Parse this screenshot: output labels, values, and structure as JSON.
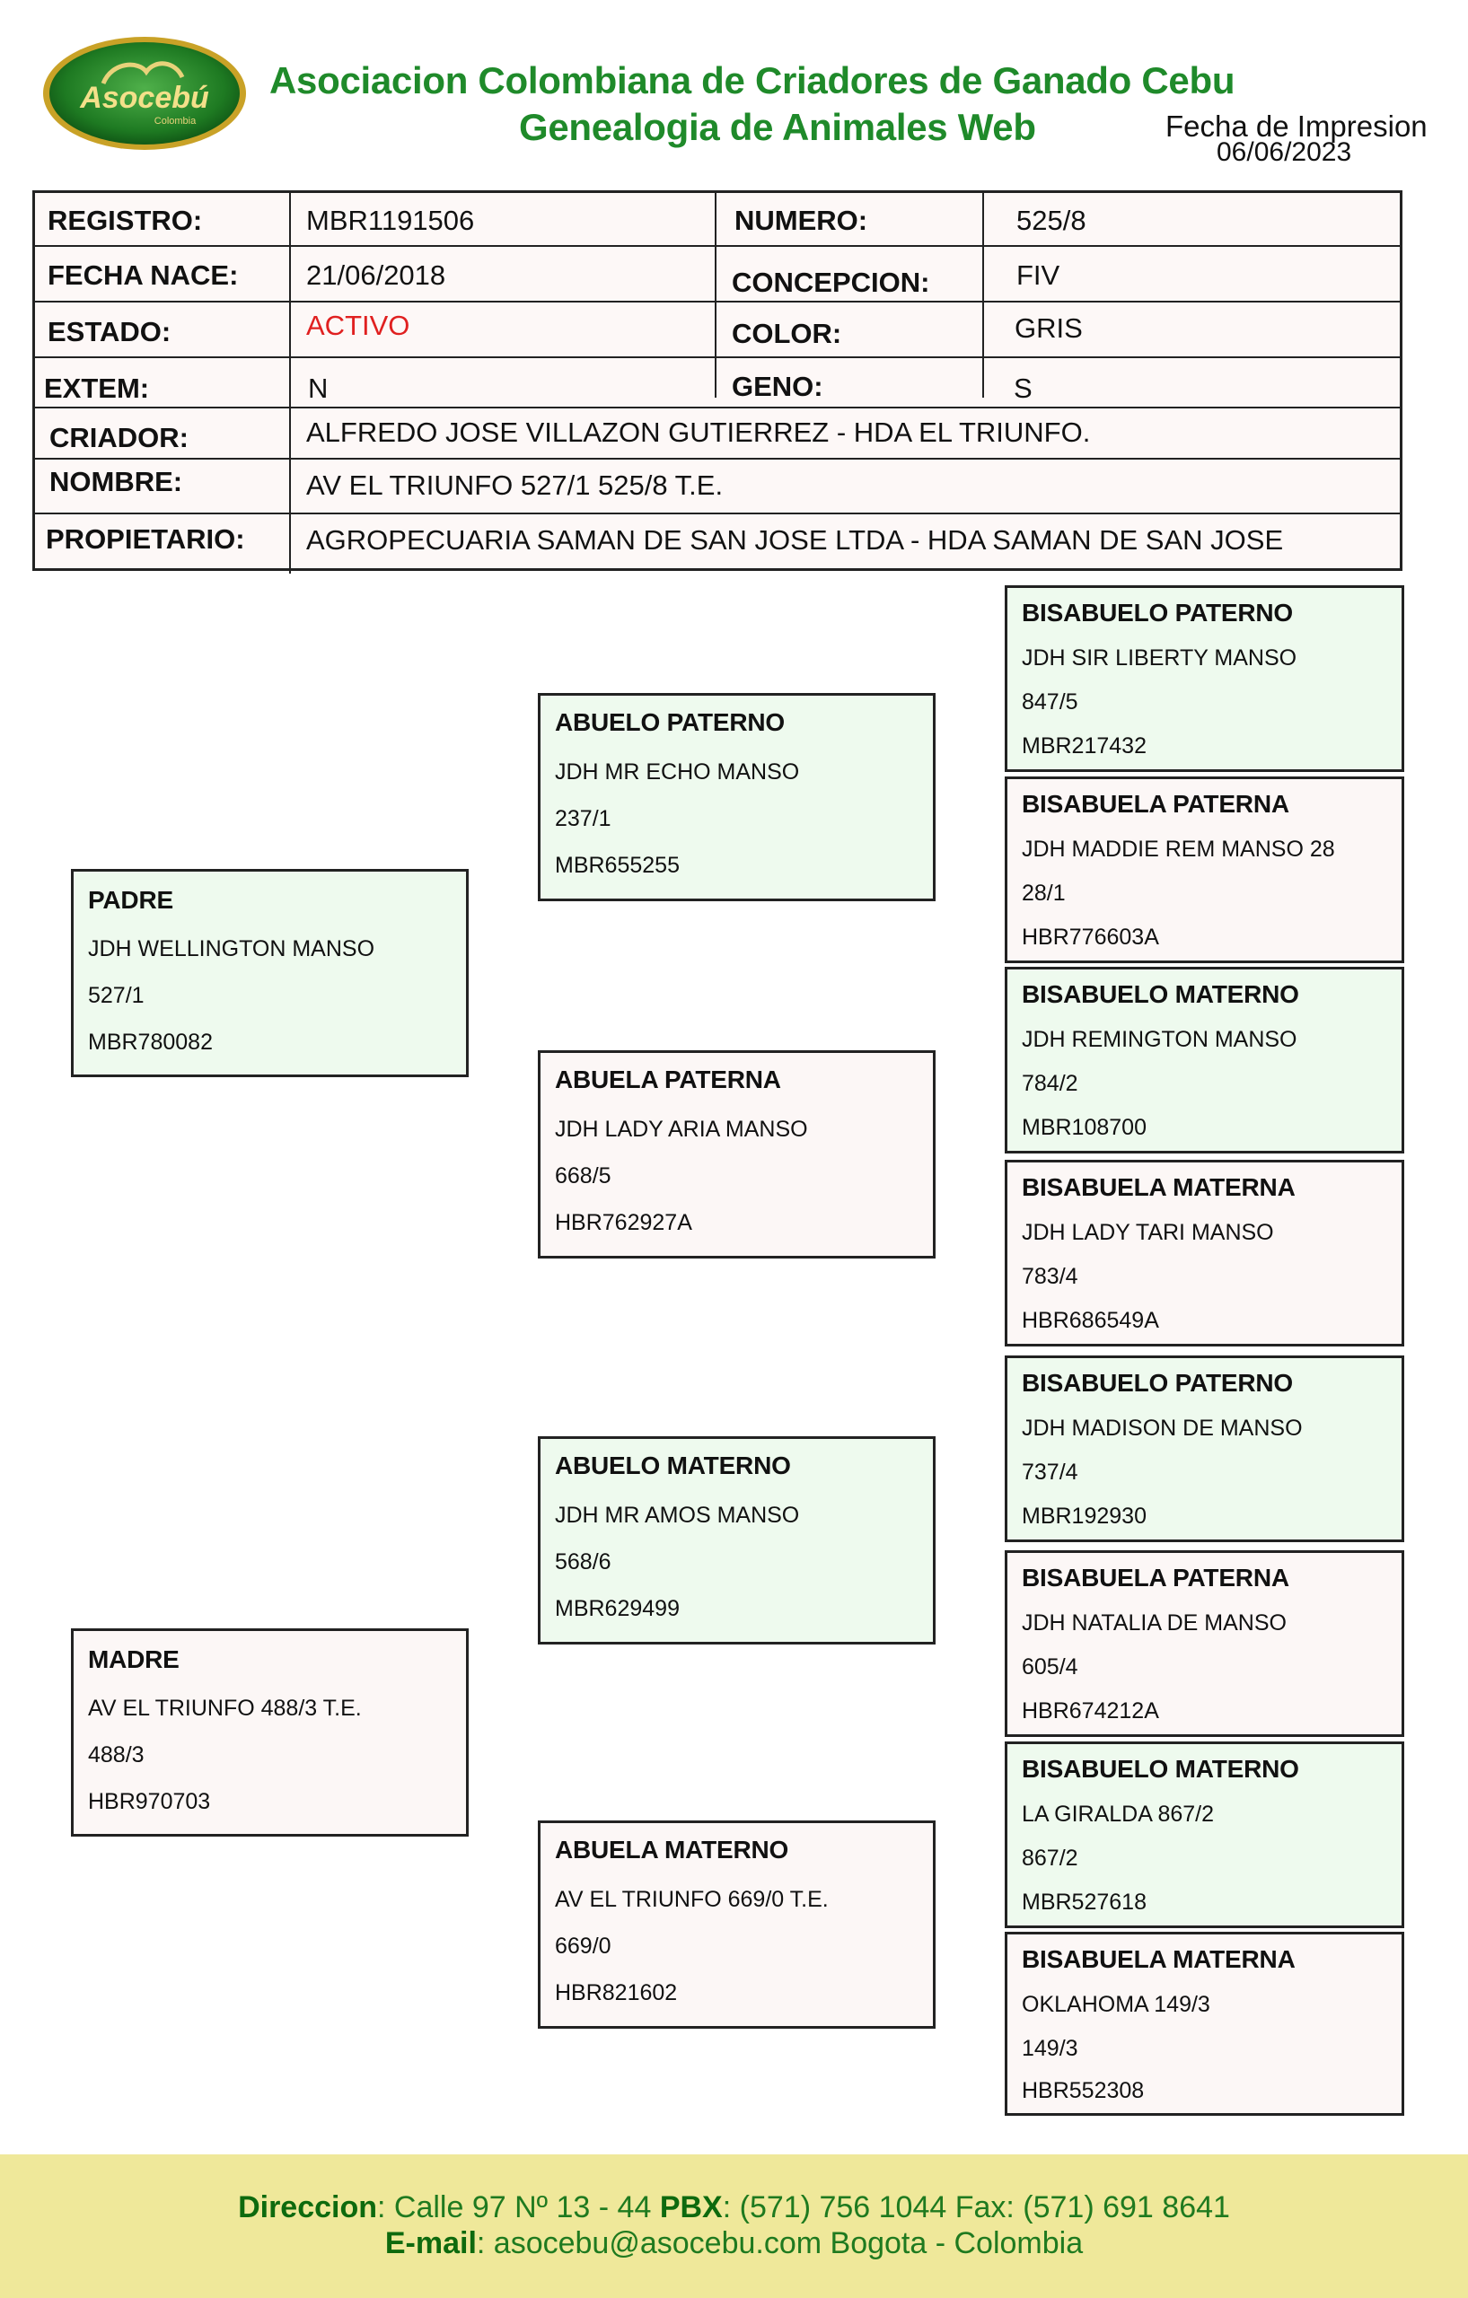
{
  "header": {
    "logo_text": "Asocebú",
    "logo_subtext": "Colombia",
    "title_line1": "Asociacion Colombiana de Criadores de Ganado Cebu",
    "title_line2": "Genealogia de Animales Web",
    "print_label": "Fecha de Impresion",
    "print_date": "06/06/2023"
  },
  "animal": {
    "registro_label": "REGISTRO:",
    "registro": "MBR1191506",
    "numero_label": "NUMERO:",
    "numero": "525/8",
    "fecha_label": "FECHA NACE:",
    "fecha": "21/06/2018",
    "concepcion_label": "CONCEPCION:",
    "concepcion": "FIV",
    "estado_label": "ESTADO:",
    "estado": "ACTIVO",
    "color_label": "COLOR:",
    "color": "GRIS",
    "extem_label": "EXTEM:",
    "extem": "N",
    "geno_label": "GENO:",
    "geno": "S",
    "criador_label": "CRIADOR:",
    "criador": "ALFREDO JOSE VILLAZON GUTIERREZ - HDA EL TRIUNFO.",
    "nombre_label": "NOMBRE:",
    "nombre": "AV EL TRIUNFO 527/1 525/8 T.E.",
    "propietario_label": "PROPIETARIO:",
    "propietario": "AGROPECUARIA SAMAN DE SAN JOSE LTDA - HDA SAMAN DE SAN JOSE"
  },
  "parents": {
    "padre": {
      "title": "PADRE",
      "name": "JDH WELLINGTON MANSO",
      "num": "527/1",
      "reg": "MBR780082"
    },
    "madre": {
      "title": "MADRE",
      "name": "AV EL TRIUNFO 488/3 T.E.",
      "num": "488/3",
      "reg": "HBR970703"
    }
  },
  "grandparents": [
    {
      "title": "ABUELO PATERNO",
      "name": "JDH MR ECHO MANSO",
      "num": "237/1",
      "reg": "MBR655255"
    },
    {
      "title": "ABUELA PATERNA",
      "name": "JDH LADY ARIA MANSO",
      "num": "668/5",
      "reg": "HBR762927A"
    },
    {
      "title": "ABUELO MATERNO",
      "name": "JDH MR AMOS MANSO",
      "num": "568/6",
      "reg": "MBR629499"
    },
    {
      "title": "ABUELA MATERNO",
      "name": "AV EL TRIUNFO 669/0 T.E.",
      "num": "669/0",
      "reg": "HBR821602"
    }
  ],
  "great_grandparents": [
    {
      "title": "BISABUELO PATERNO",
      "name": "JDH SIR LIBERTY MANSO",
      "num": "847/5",
      "reg": "MBR217432"
    },
    {
      "title": "BISABUELA PATERNA",
      "name": "JDH MADDIE REM MANSO 28",
      "num": "28/1",
      "reg": "HBR776603A"
    },
    {
      "title": "BISABUELO MATERNO",
      "name": "JDH REMINGTON MANSO",
      "num": "784/2",
      "reg": "MBR108700"
    },
    {
      "title": "BISABUELA MATERNA",
      "name": "JDH LADY TARI MANSO",
      "num": "783/4",
      "reg": "HBR686549A"
    },
    {
      "title": "BISABUELO PATERNO",
      "name": "JDH MADISON DE MANSO",
      "num": "737/4",
      "reg": "MBR192930"
    },
    {
      "title": "BISABUELA PATERNA",
      "name": "JDH NATALIA DE MANSO",
      "num": "605/4",
      "reg": "HBR674212A"
    },
    {
      "title": "BISABUELO MATERNO",
      "name": "LA GIRALDA 867/2",
      "num": "867/2",
      "reg": "MBR527618"
    },
    {
      "title": "BISABUELA MATERNA",
      "name": "OKLAHOMA 149/3",
      "num": "149/3",
      "reg": "HBR552308"
    }
  ],
  "footer": {
    "dir_label": "Direccion",
    "dir_value": ": Calle 97 Nº 13 - 44 ",
    "pbx_label": "PBX",
    "pbx_value": ": (571) 756 1044 Fax: (571) 691 8641",
    "email_label": "E-mail",
    "email_value": ": asocebu@asocebu.com Bogota - Colombia"
  },
  "colors": {
    "title_green": "#1f8a2a",
    "male_box": "#eefaee",
    "female_box": "#fcf7f6",
    "footer_bg": "#efe89a",
    "status_red": "#e02020"
  }
}
